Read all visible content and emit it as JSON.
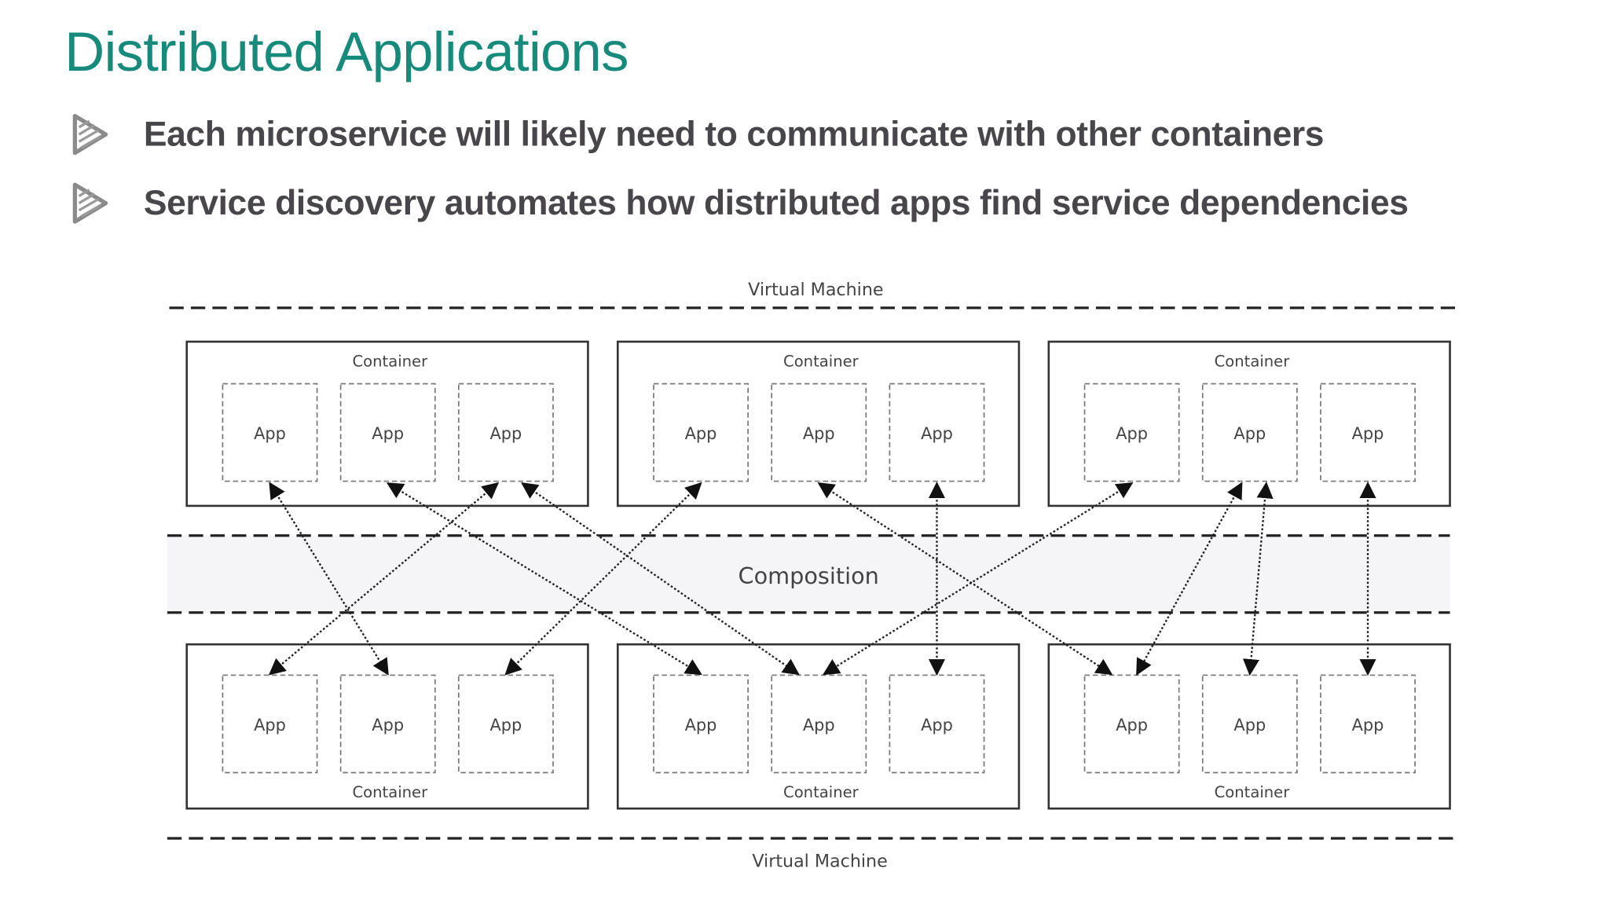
{
  "title": "Distributed Applications",
  "bullets": [
    {
      "icon": "arrow-bullet-icon",
      "text": "Each microservice will likely need to communicate with other containers"
    },
    {
      "icon": "arrow-bullet-icon",
      "text": "Service discovery automates how distributed apps find service dependencies"
    }
  ],
  "colors": {
    "title": "#168a7b",
    "text": "#48464a",
    "composition_band": "#f5f4f7"
  },
  "diagram": {
    "top_label": "Virtual Machine",
    "bottom_label": "Virtual Machine",
    "composition_label": "Composition",
    "top_containers": [
      {
        "label": "Container",
        "apps": [
          "App",
          "App",
          "App"
        ]
      },
      {
        "label": "Container",
        "apps": [
          "App",
          "App",
          "App"
        ]
      },
      {
        "label": "Container",
        "apps": [
          "App",
          "App",
          "App"
        ]
      }
    ],
    "bottom_containers": [
      {
        "label": "Container",
        "apps": [
          "App",
          "App",
          "App"
        ]
      },
      {
        "label": "Container",
        "apps": [
          "App",
          "App",
          "App"
        ]
      },
      {
        "label": "Container",
        "apps": [
          "App",
          "App",
          "App"
        ]
      }
    ],
    "connections": [
      {
        "top": [
          0,
          0
        ],
        "bottom": [
          0,
          1
        ]
      },
      {
        "top": [
          0,
          1
        ],
        "bottom": [
          1,
          0
        ]
      },
      {
        "top": [
          0,
          2
        ],
        "bottom": [
          0,
          0
        ]
      },
      {
        "top": [
          0,
          2
        ],
        "bottom": [
          1,
          1
        ]
      },
      {
        "top": [
          1,
          0
        ],
        "bottom": [
          0,
          2
        ]
      },
      {
        "top": [
          1,
          1
        ],
        "bottom": [
          2,
          0
        ]
      },
      {
        "top": [
          1,
          2
        ],
        "bottom": [
          1,
          2
        ]
      },
      {
        "top": [
          2,
          0
        ],
        "bottom": [
          1,
          1
        ]
      },
      {
        "top": [
          2,
          1
        ],
        "bottom": [
          2,
          0
        ]
      },
      {
        "top": [
          2,
          1
        ],
        "bottom": [
          2,
          1
        ]
      },
      {
        "top": [
          2,
          2
        ],
        "bottom": [
          2,
          2
        ]
      }
    ]
  }
}
